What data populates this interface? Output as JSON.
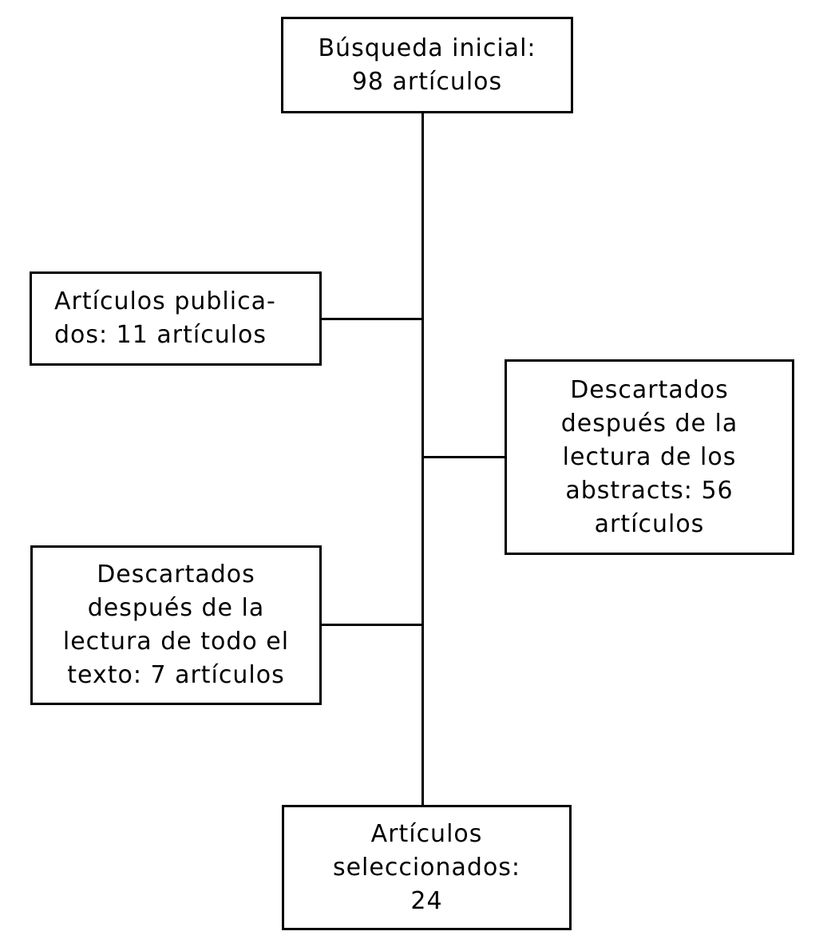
{
  "diagram": {
    "type": "flowchart",
    "title_semantic": "article selection flow diagram",
    "background_color": "#ffffff",
    "line_color": "#000000",
    "text_color": "#000000",
    "boxes": [
      {
        "id": "initial-search",
        "text": "Búsqueda inicial: 98 artículos",
        "value": 98,
        "lines": [
          "Búsqueda inicial:",
          "98 artículos"
        ]
      },
      {
        "id": "published-articles",
        "text": "Artículos publicados: 11 artículos",
        "value": 11,
        "lines": [
          "Artículos publica-",
          "dos: 11 artículos"
        ]
      },
      {
        "id": "discarded-after-abstracts",
        "text": "Descartados después de la lectura de los abstracts: 56 artículos",
        "value": 56,
        "lines": [
          "Descartados",
          "después de la",
          "lectura de los",
          "abstracts: 56",
          "artículos"
        ]
      },
      {
        "id": "discarded-after-full-text",
        "text": "Descartados después de la lectura de todo el texto: 7 artículos",
        "value": 7,
        "lines": [
          "Descartados",
          "después de la",
          "lectura de todo el",
          "texto: 7 artículos"
        ]
      },
      {
        "id": "selected-articles",
        "text": "Artículos seleccionados: 24",
        "value": 24,
        "lines": [
          "Artículos",
          "seleccionados:",
          "24"
        ]
      }
    ]
  }
}
